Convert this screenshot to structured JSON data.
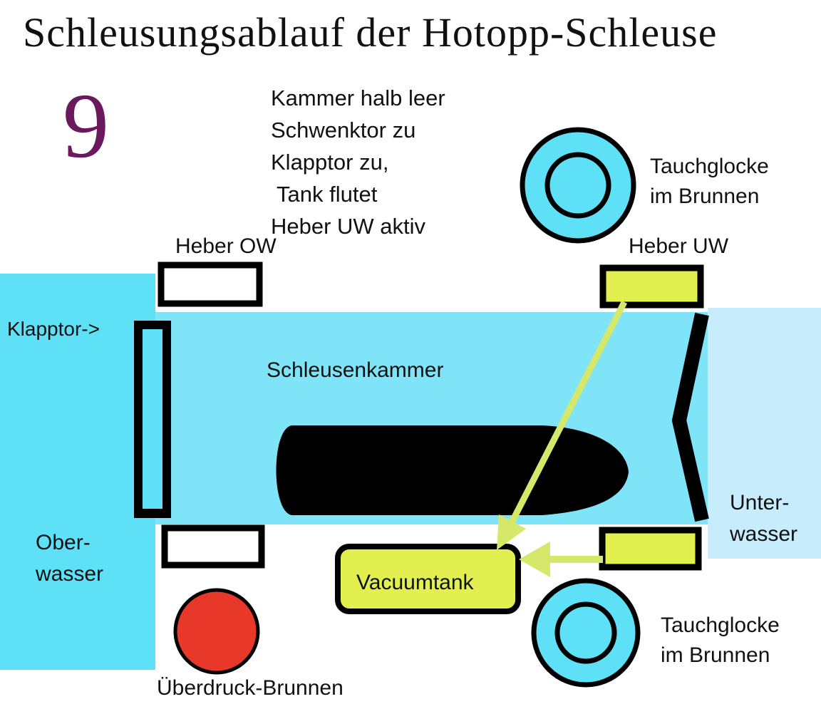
{
  "title": "Schleusungsablauf der Hotopp-Schleuse",
  "step": "9",
  "status_lines": [
    "Kammer halb leer",
    "Schwenktor zu",
    "Klapptor zu,",
    " Tank flutet",
    "Heber UW aktiv"
  ],
  "labels": {
    "heber_ow": "Heber OW",
    "heber_uw": "Heber UW",
    "klapptor": "Klapptor->",
    "schleusenkammer": "Schleusenkammer",
    "oberwasser": [
      "Ober-",
      "wasser"
    ],
    "unterwasser": [
      "Unter-",
      "wasser"
    ],
    "vacuumtank": "Vacuumtank",
    "tauchglocke_top": [
      "Tauchglocke",
      "im Brunnen"
    ],
    "tauchglocke_bottom": [
      "Tauchglocke",
      "im Brunnen"
    ],
    "ueberdruck": "Überdruck-Brunnen"
  },
  "colors": {
    "oberwasser": "#5ee0f7",
    "kammer": "#7fe4f7",
    "unterwasser": "#c7ecfb",
    "heber_active": "#e2f04f",
    "arrow": "#d5e86a",
    "brunnen": "#e8382a",
    "tauchglocke": "#5ee0f7",
    "ship": "#000000"
  }
}
